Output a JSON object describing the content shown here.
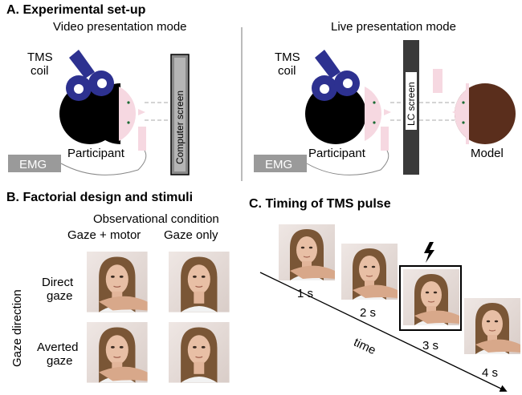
{
  "panel_a": {
    "title": "A. Experimental set-up",
    "video": {
      "mode_label": "Video presentation mode",
      "coil_label_1": "TMS",
      "coil_label_2": "coil",
      "screen_label": "Computer screen",
      "participant_label": "Participant",
      "emg_label": "EMG"
    },
    "live": {
      "mode_label": "Live presentation mode",
      "coil_label_1": "TMS",
      "coil_label_2": "coil",
      "screen_label": "LC screen",
      "participant_label": "Participant",
      "emg_label": "EMG",
      "model_label": "Model"
    }
  },
  "panel_b": {
    "title": "B. Factorial design and stimuli",
    "condition_header": "Observational condition",
    "col_gaze_motor": "Gaze + motor",
    "col_gaze_only": "Gaze only",
    "axis_label": "Gaze direction",
    "row_direct_1": "Direct",
    "row_direct_2": "gaze",
    "row_averted_1": "Averted",
    "row_averted_2": "gaze"
  },
  "panel_c": {
    "title": "C. Timing of TMS pulse",
    "frames": [
      {
        "label": "1 s"
      },
      {
        "label": "2 s"
      },
      {
        "label": "3 s"
      },
      {
        "label": "4 s"
      }
    ],
    "time_label": "time"
  },
  "colors": {
    "coil_blue": "#2d3190",
    "skin_pink": "#f6d8e1",
    "model_brown": "#5a2e1c",
    "emg_gray": "#9a9a9a",
    "screen_gray": "#8a8a8a",
    "lc_screen_dark": "#3a3a3a"
  }
}
